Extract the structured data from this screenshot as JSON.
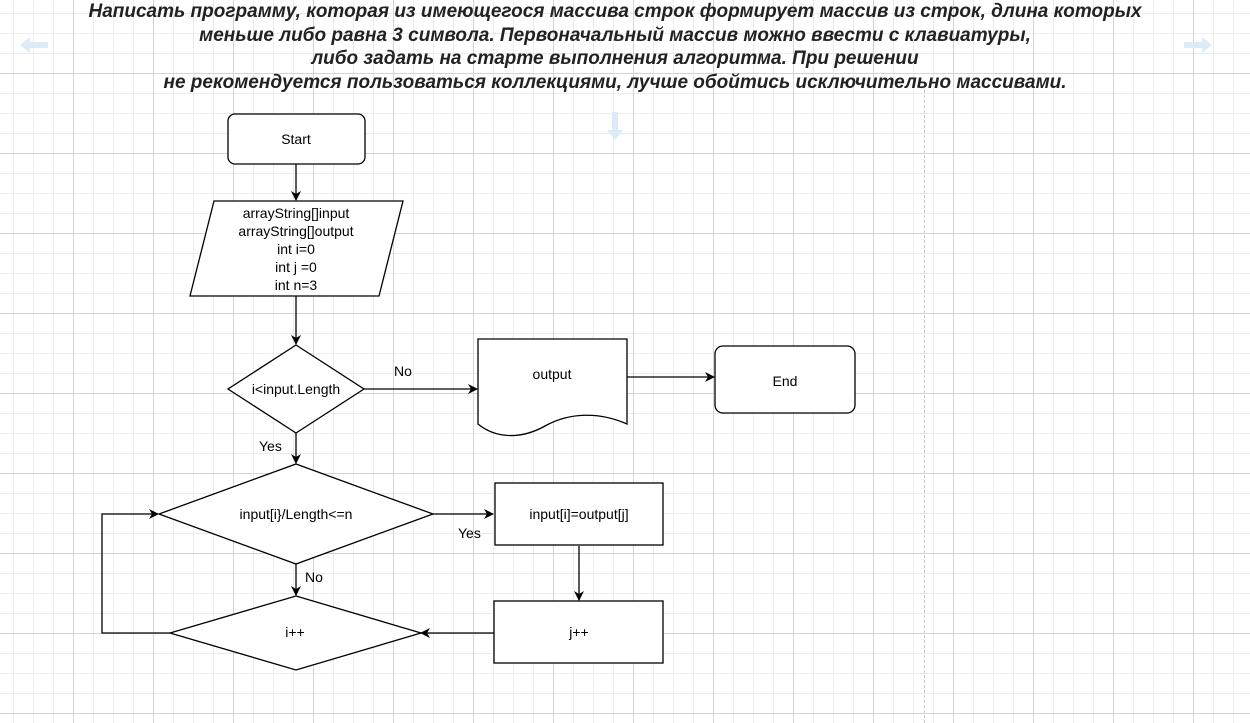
{
  "task": {
    "lines": [
      "Написать программу, которая из имеющегося массива строк формирует массив из строк, длина которых",
      "меньше либо равна 3 символа. Первоначальный массив можно ввести с клавиатуры,",
      "либо задать на старте выполнения алгоритма. При решении",
      "не рекомендуется пользоваться коллекциями, лучше обойтись исключительно массивами."
    ]
  },
  "flowchart": {
    "start": "Start",
    "init": [
      "arrayString[]input",
      "arrayString[]output",
      "int i=0",
      "int j =0",
      "int n=3"
    ],
    "decision_loop": "i<input.Length",
    "label_no_1": "No",
    "label_yes_1": "Yes",
    "output_doc": "output",
    "end": "End",
    "decision_length": "input[i}/Length<=n",
    "label_yes_2": "Yes",
    "label_no_2": "No",
    "assign": "input[i]=output[j]",
    "inc_j": "j++",
    "inc_i": "i++"
  },
  "icons": [
    "arrow-left-icon",
    "arrow-right-icon",
    "arrow-down-icon"
  ]
}
